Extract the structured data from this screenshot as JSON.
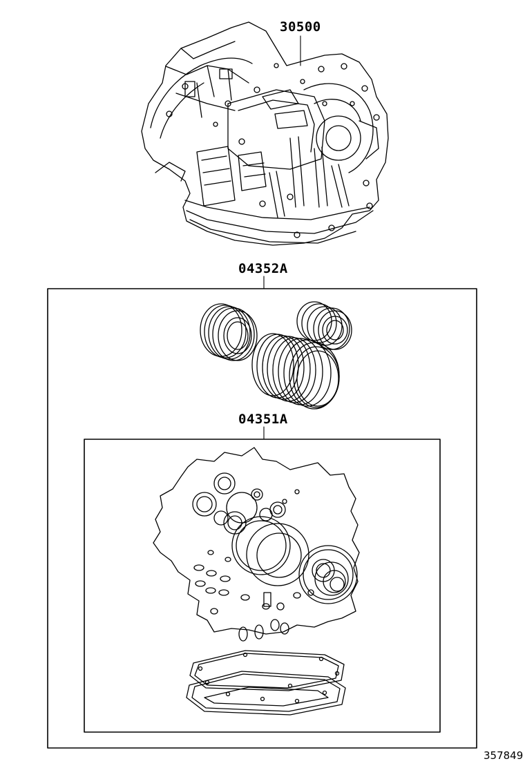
{
  "diagram": {
    "labels": {
      "transmission_assy": "30500",
      "overhaul_kit": "04352A",
      "gasket_kit": "04351A"
    },
    "figure_number": "357849"
  }
}
